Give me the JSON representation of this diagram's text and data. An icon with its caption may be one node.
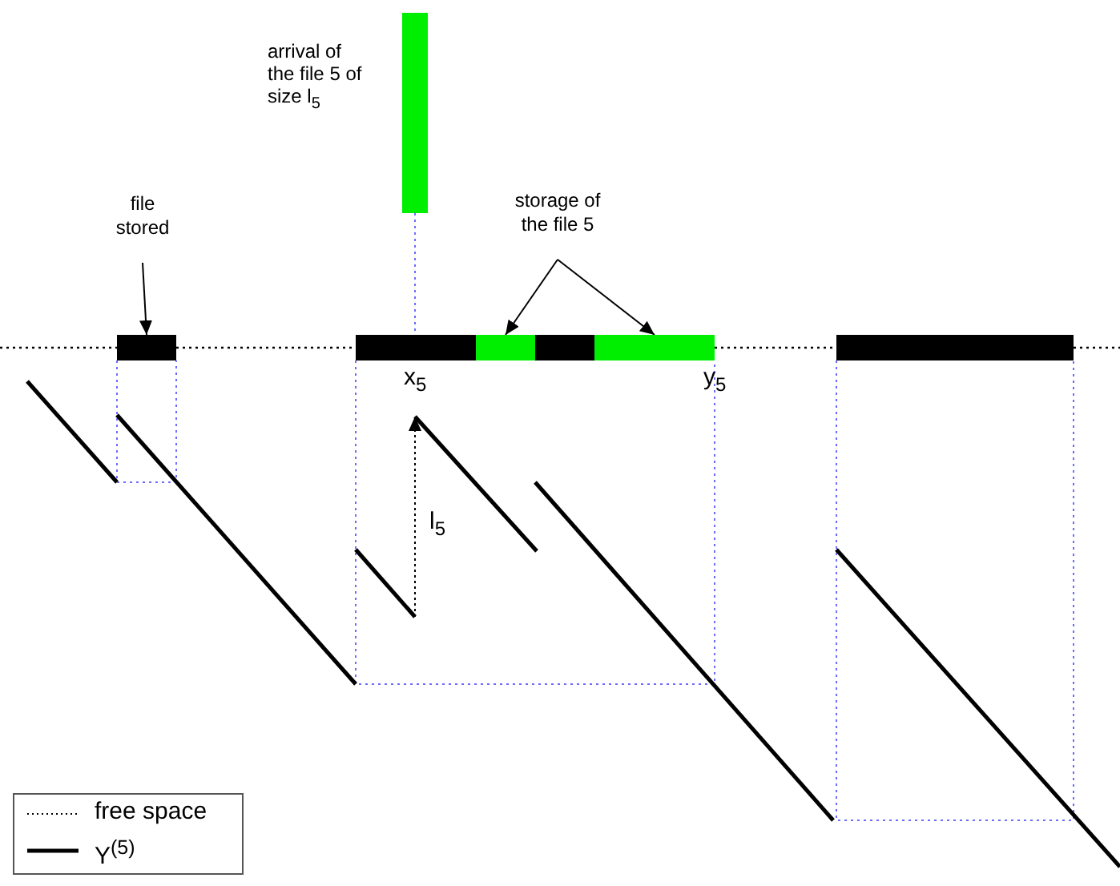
{
  "diagram": {
    "nodes": [
      {
        "text": [
          "file stored"
        ]
      },
      {
        "text": [],
        "shape": "bar"
      },
      {
        "text": [
          "storage of the file 5"
        ]
      },
      {
        "text": [],
        "shape": "bar"
      },
      {
        "text": [],
        "shape": "bar"
      },
      {
        "text": [],
        "shape": "bar",
        "beside": [
          "arrival of the file 5 of size l$_{5}$"
        ]
      }
    ],
    "edges": [
      {
        "from": 0,
        "to": 1,
        "arrow": "to"
      },
      {
        "from": 2,
        "to": 3,
        "arrow": "to"
      },
      {
        "from": 2,
        "to": 4,
        "arrow": "to"
      }
    ],
    "labels": [
      "x$_{5}$",
      "y$_{5}$",
      "l$_{5}$"
    ],
    "legend": [
      {
        "text": "free space"
      },
      {
        "text": "Y$^{(5)}$"
      }
    ]
  }
}
